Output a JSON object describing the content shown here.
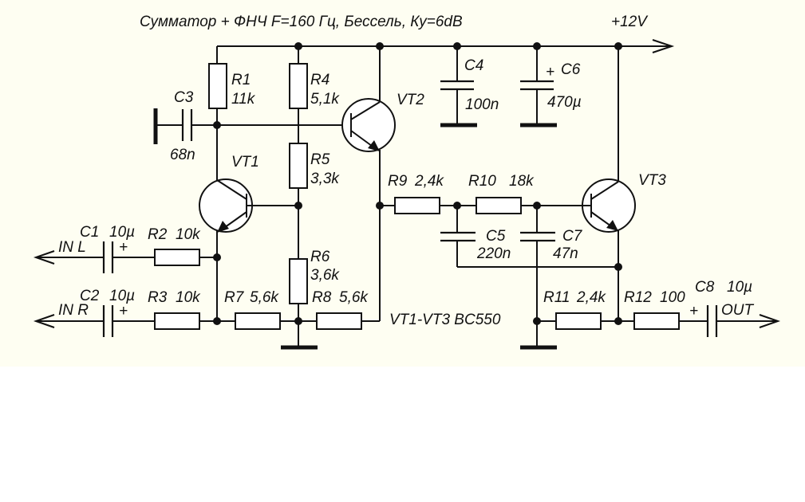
{
  "title": "Сумматор + ФНЧ F=160 Гц,  Бессель, Ку=6dB",
  "supply": "+12V",
  "transistor_note": "VT1-VT3 BC550",
  "inputs": {
    "left": "IN L",
    "right": "IN R"
  },
  "output": "OUT",
  "components": {
    "R1": {
      "name": "R1",
      "value": "11k"
    },
    "R2": {
      "name": "R2",
      "value": "10k"
    },
    "R3": {
      "name": "R3",
      "value": "10k"
    },
    "R4": {
      "name": "R4",
      "value": "5,1k"
    },
    "R5": {
      "name": "R5",
      "value": "3,3k"
    },
    "R6": {
      "name": "R6",
      "value": "3,6k"
    },
    "R7": {
      "name": "R7",
      "value": "5,6k"
    },
    "R8": {
      "name": "R8",
      "value": "5,6k"
    },
    "R9": {
      "name": "R9",
      "value": "2,4k"
    },
    "R10": {
      "name": "R10",
      "value": "18k"
    },
    "R11": {
      "name": "R11",
      "value": "2,4k"
    },
    "R12": {
      "name": "R12",
      "value": "100"
    },
    "C1": {
      "name": "C1",
      "value": "10µ"
    },
    "C2": {
      "name": "C2",
      "value": "10µ"
    },
    "C3": {
      "name": "C3",
      "value": "68n"
    },
    "C4": {
      "name": "C4",
      "value": "100n"
    },
    "C5": {
      "name": "C5",
      "value": "220n"
    },
    "C6": {
      "name": "C6",
      "value": "470µ"
    },
    "C7": {
      "name": "C7",
      "value": "47n"
    },
    "C8": {
      "name": "C8",
      "value": "10µ"
    },
    "VT1": {
      "name": "VT1"
    },
    "VT2": {
      "name": "VT2"
    },
    "VT3": {
      "name": "VT3"
    }
  },
  "polarity_mark": "+"
}
